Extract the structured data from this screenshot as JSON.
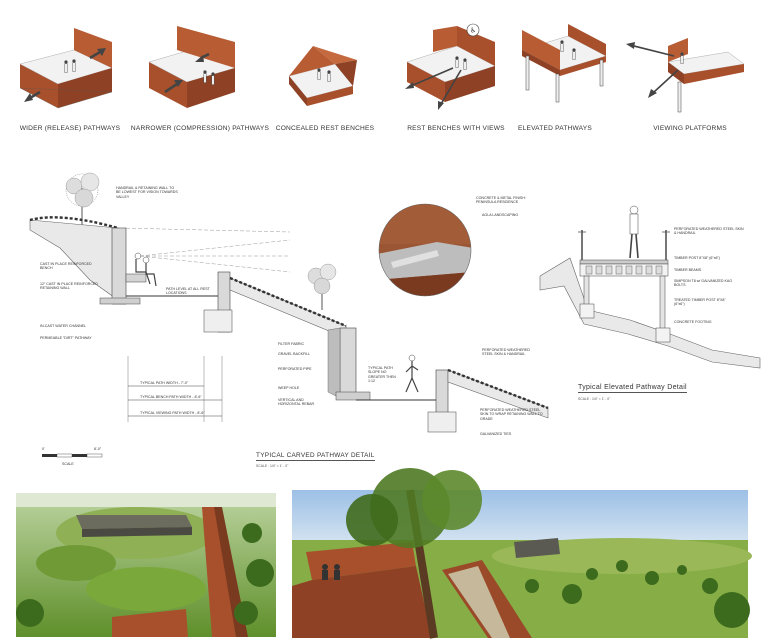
{
  "pathway_types": [
    {
      "label": "WIDER (RELEASE) PATHWAYS"
    },
    {
      "label": "NARROWER (COMPRESSION) PATHWAYS"
    },
    {
      "label": "CONCEALED REST BENCHES"
    },
    {
      "label": "REST BENCHES WITH VIEWS"
    },
    {
      "label": "ELEVATED PATHWAYS"
    },
    {
      "label": "VIEWING PLATFORMS"
    }
  ],
  "carved_detail": {
    "title": "TYPICAL CARVED PATHWAY DETAIL",
    "scale": "SCALE : 1/4\" = 1' - 0\"",
    "callouts_left": [
      "CAST IN PLACE REINFORCED BENCH",
      "12\" CAST IN PLACE REINFORCED RETAINING WALL",
      "IN-CAST WATER CHANNEL",
      "PERMEABLE \"DIRT\" PATHWAY"
    ],
    "callout_handrail": "HANDRAIL & RETAINING WALL TO BE LOWEST FOR VISION TOWARDS VALLEY",
    "callout_path_level": "PATH LEVEL AT ALL REST LOCATIONS",
    "callouts_mid": [
      "FILTER FABRIC",
      "GRAVEL BACKFILL",
      "PERFORATED PIPE",
      "WEEP HOLE",
      "VERTICAL AND HORIZONTAL REBAR"
    ],
    "callout_slope": "TYPICAL PATH SLOPE NO GREATER THEN 1:12",
    "callouts_right": [
      "PERFORATED WEATHERED STEEL SKIN & HANDRAIL",
      "PERFORATED WEATHERED STEEL SKIN TO WRAP RETAINING WALL TO GRADE",
      "GALVANIZED TIES"
    ],
    "dimensions": [
      "TYPICAL PATH WIDTH - 7'-0\"",
      "TYPICAL BENCH PATH WIDTH - 8'-6\"",
      "TYPICAL VIEWING PATH WIDTH - 8'-6\""
    ]
  },
  "closeup": {
    "callouts": [
      "CONCRETE & METAL FINISH: PENINSULA RESIDENCE",
      "AGLA LANDSCAPING"
    ]
  },
  "elevated_detail": {
    "title": "Typical Elevated Pathway Detail",
    "scale": "SCALE : 1/4\" = 1' - 0\"",
    "callouts": [
      "PERFORATED WEATHERED STEEL SKIN & HANDRAIL",
      "TIMBER POST 8\"X8\" (6\"x6\")",
      "TIMBER BEAMS",
      "SIMPSON T8 w/ GALVANIZED KAG BOLTS",
      "TREATED TIMBER POST 8\"X8\" (6\"x6\")",
      "CONCRETE FOOTING"
    ]
  },
  "scale_bar": {
    "zero": "0'",
    "end": "8'-0\"",
    "label": "SCALE"
  },
  "colors": {
    "weathered_steel": "#a8502c",
    "steel_dark": "#7a3a20",
    "grass": "#7fa83a",
    "sky": "#a9c8e6",
    "concrete": "#cfcfcf"
  }
}
